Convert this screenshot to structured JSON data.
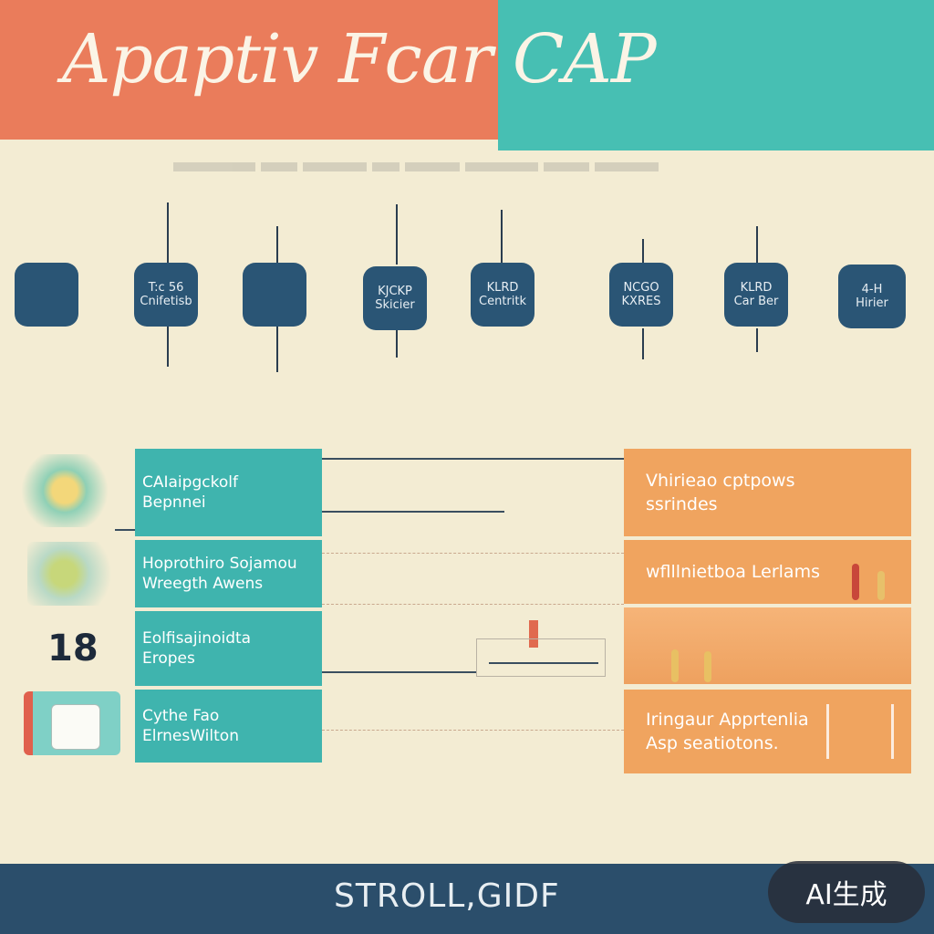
{
  "header": {
    "title": "Apaptiv Fcar CAP"
  },
  "nodes": [
    {
      "line1": "",
      "line2": ""
    },
    {
      "line1": "T:c 56",
      "line2": "Cnifetisb"
    },
    {
      "line1": "",
      "line2": ""
    },
    {
      "line1": "KJCKP",
      "line2": "Skicier"
    },
    {
      "line1": "KLRD",
      "line2": "Centritk"
    },
    {
      "line1": "NCGO",
      "line2": "KXRES"
    },
    {
      "line1": "KLRD",
      "line2": "Car Ber"
    },
    {
      "line1": "4-H",
      "line2": "Hirier"
    }
  ],
  "left_boxes": [
    {
      "line1": "CAIaipgckolf",
      "line2": "Bepnnei"
    },
    {
      "line1": "Hoprothiro Sojamou",
      "line2": "Wreegth Awens"
    },
    {
      "line1": "Eolfisajinoidta",
      "line2": "Eropes"
    },
    {
      "line1": "Cythe Fao",
      "line2": "ElrnesWilton"
    }
  ],
  "right_boxes": [
    {
      "line1": "Vhirieao cptpows",
      "line2": "ssrindes"
    },
    {
      "line1": "wflllnietboa Lerlams",
      "line2": ""
    },
    {
      "line1": "",
      "line2": ""
    },
    {
      "line1": "Iringaur Apprtenlia",
      "line2": "Asp seatiotons."
    }
  ],
  "side_number": "18",
  "footer": {
    "label": "STROLL,GIDF"
  },
  "badge": {
    "label": "AI生成"
  },
  "colors": {
    "coral": "#ea7c5b",
    "teal": "#47bfb3",
    "navy": "#2a5575",
    "orange": "#f0a45f",
    "cream": "#f3ecd3",
    "footer": "#2b4e6b"
  }
}
